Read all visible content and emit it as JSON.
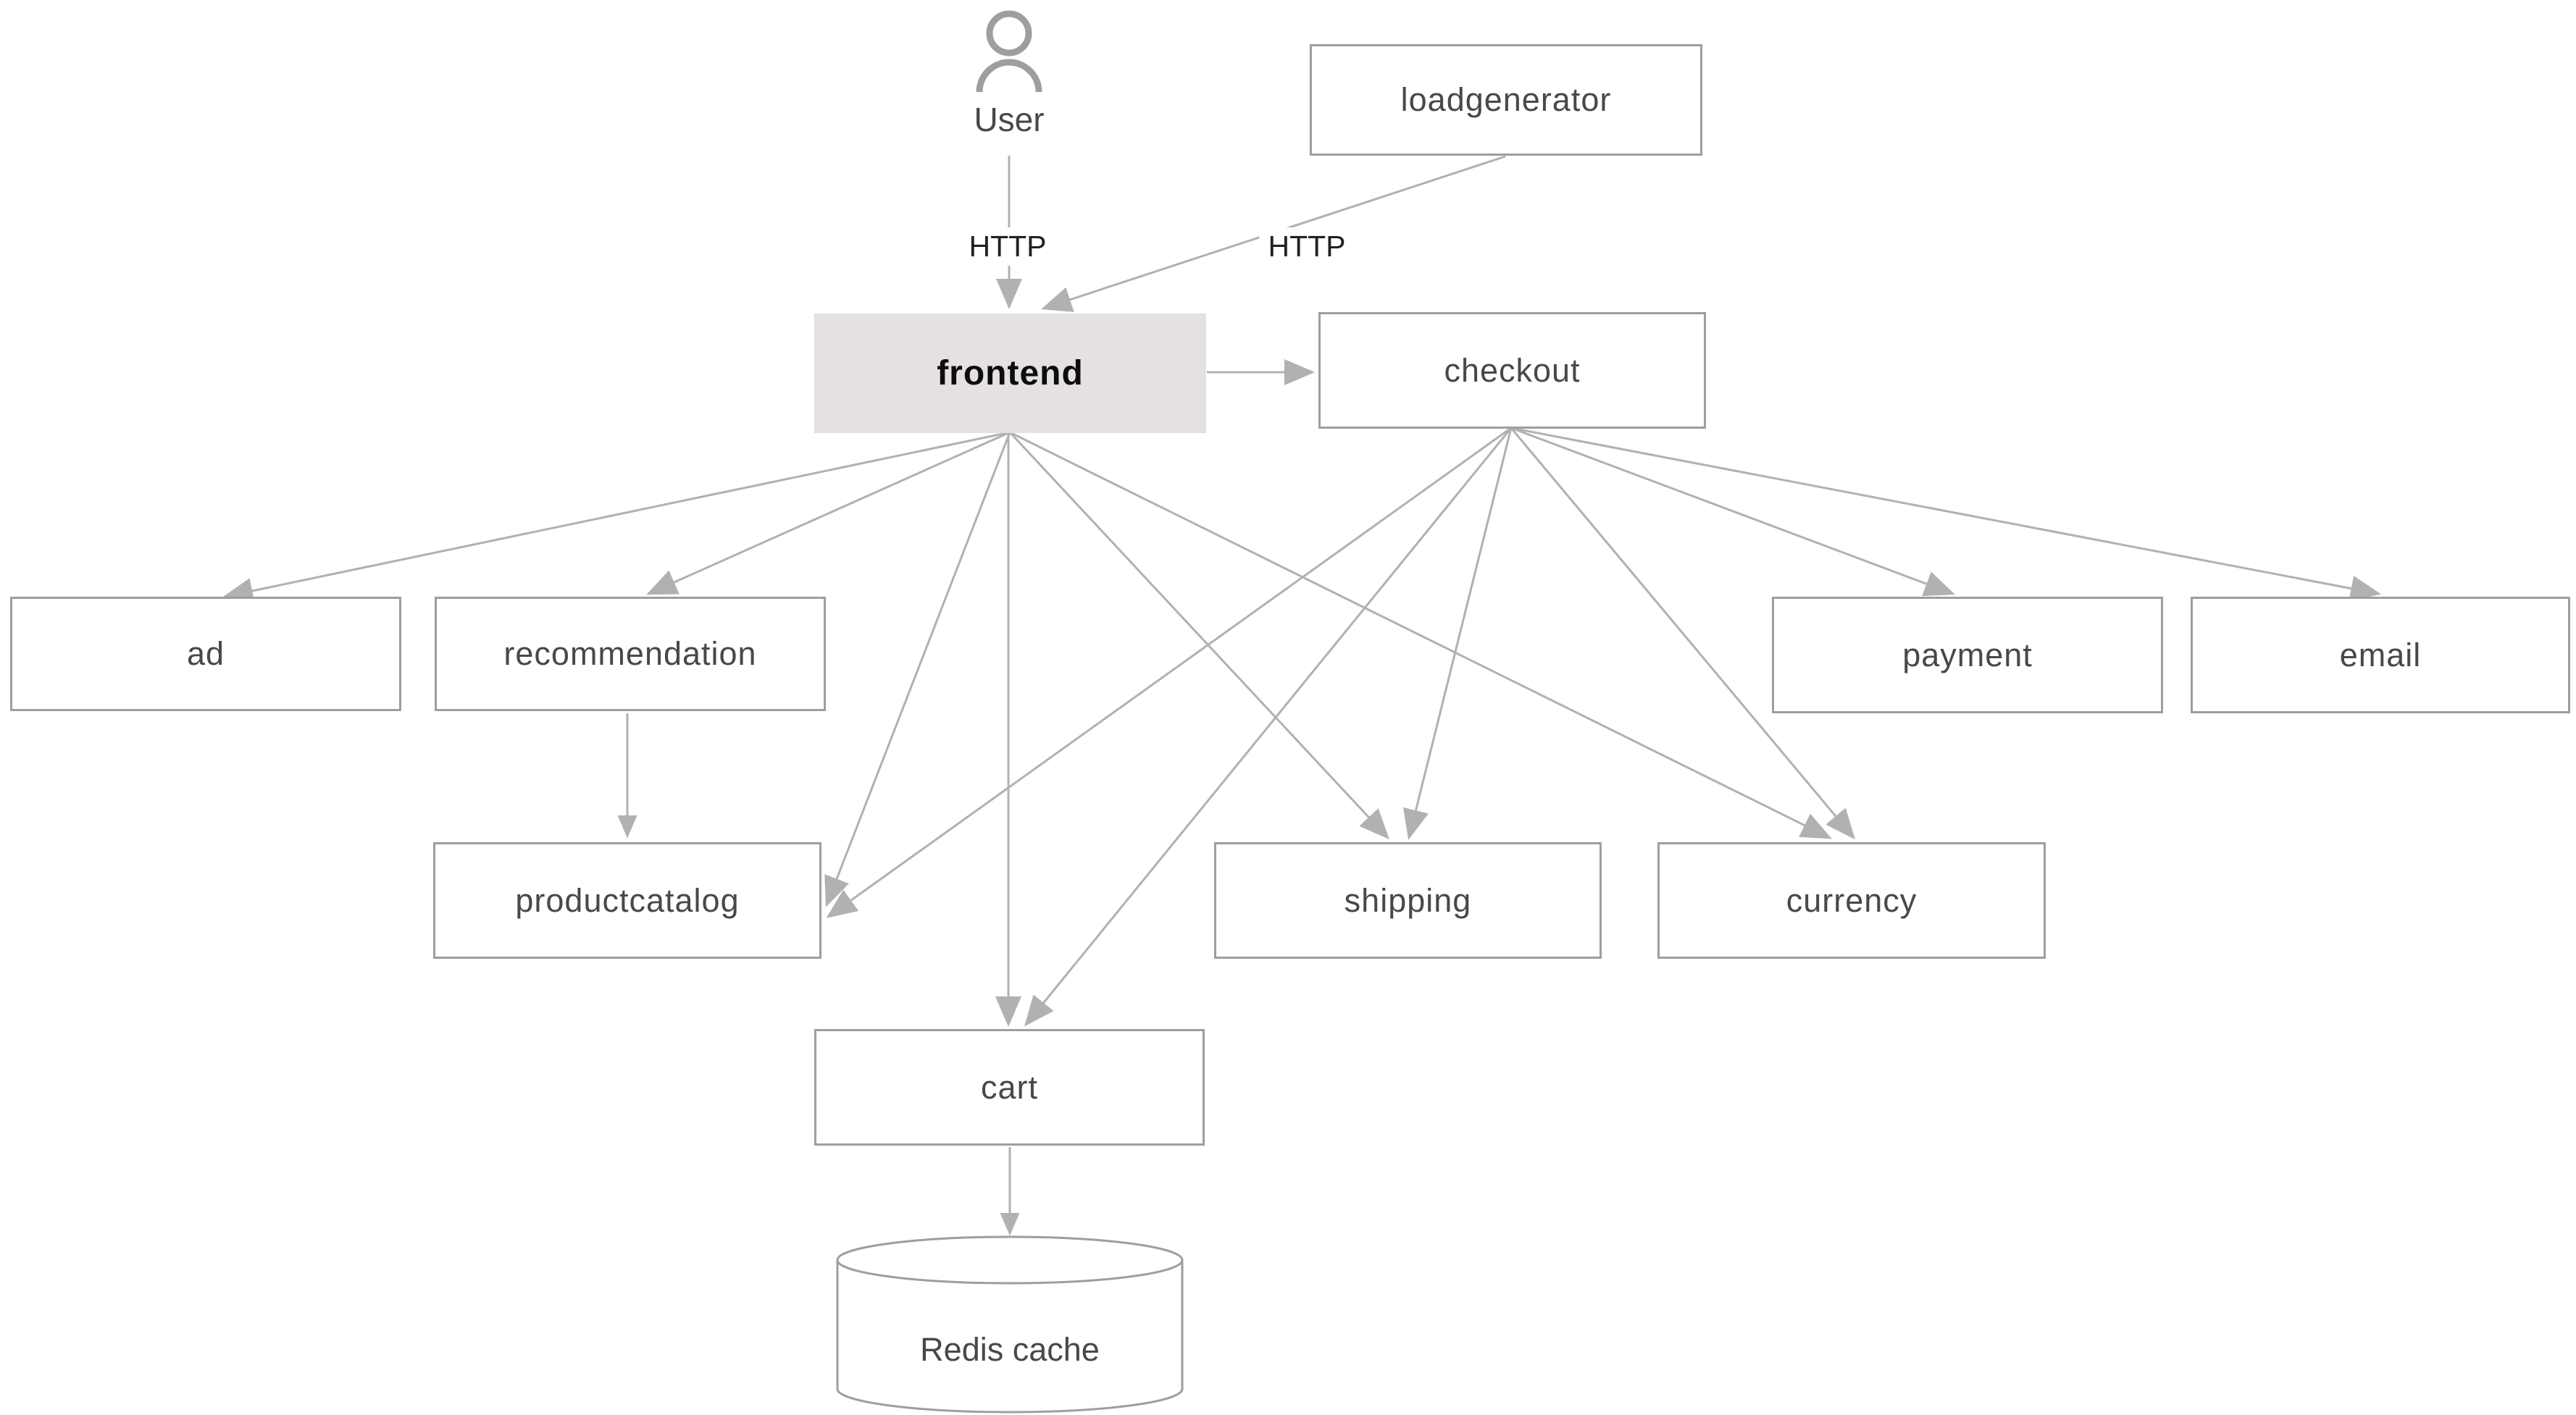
{
  "diagram": {
    "nodes": {
      "user": {
        "label": "User",
        "type": "actor"
      },
      "loadgenerator": {
        "label": "loadgenerator",
        "type": "service"
      },
      "frontend": {
        "label": "frontend",
        "type": "service",
        "highlighted": true
      },
      "checkout": {
        "label": "checkout",
        "type": "service"
      },
      "ad": {
        "label": "ad",
        "type": "service"
      },
      "recommendation": {
        "label": "recommendation",
        "type": "service"
      },
      "payment": {
        "label": "payment",
        "type": "service"
      },
      "email": {
        "label": "email",
        "type": "service"
      },
      "productcatalog": {
        "label": "productcatalog",
        "type": "service"
      },
      "shipping": {
        "label": "shipping",
        "type": "service"
      },
      "currency": {
        "label": "currency",
        "type": "service"
      },
      "cart": {
        "label": "cart",
        "type": "service"
      },
      "redis": {
        "label": "Redis cache",
        "type": "database"
      }
    },
    "edges": [
      {
        "from": "user",
        "to": "frontend",
        "label": "HTTP"
      },
      {
        "from": "loadgenerator",
        "to": "frontend",
        "label": "HTTP"
      },
      {
        "from": "frontend",
        "to": "checkout"
      },
      {
        "from": "frontend",
        "to": "ad"
      },
      {
        "from": "frontend",
        "to": "recommendation"
      },
      {
        "from": "frontend",
        "to": "productcatalog"
      },
      {
        "from": "frontend",
        "to": "shipping"
      },
      {
        "from": "frontend",
        "to": "currency"
      },
      {
        "from": "frontend",
        "to": "cart"
      },
      {
        "from": "checkout",
        "to": "productcatalog"
      },
      {
        "from": "checkout",
        "to": "shipping"
      },
      {
        "from": "checkout",
        "to": "currency"
      },
      {
        "from": "checkout",
        "to": "payment"
      },
      {
        "from": "checkout",
        "to": "email"
      },
      {
        "from": "checkout",
        "to": "cart"
      },
      {
        "from": "recommendation",
        "to": "productcatalog"
      },
      {
        "from": "cart",
        "to": "redis"
      }
    ],
    "colors": {
      "frontend-fill": "#e5e0e2",
      "box-border": "#9e9e9e",
      "edge-line": "#b1b1b1",
      "node-text": "#46494c",
      "frontend-text": "#0d0d0d",
      "actor-icon": "#9e9e9e",
      "edge-label-text": "#202124"
    }
  }
}
